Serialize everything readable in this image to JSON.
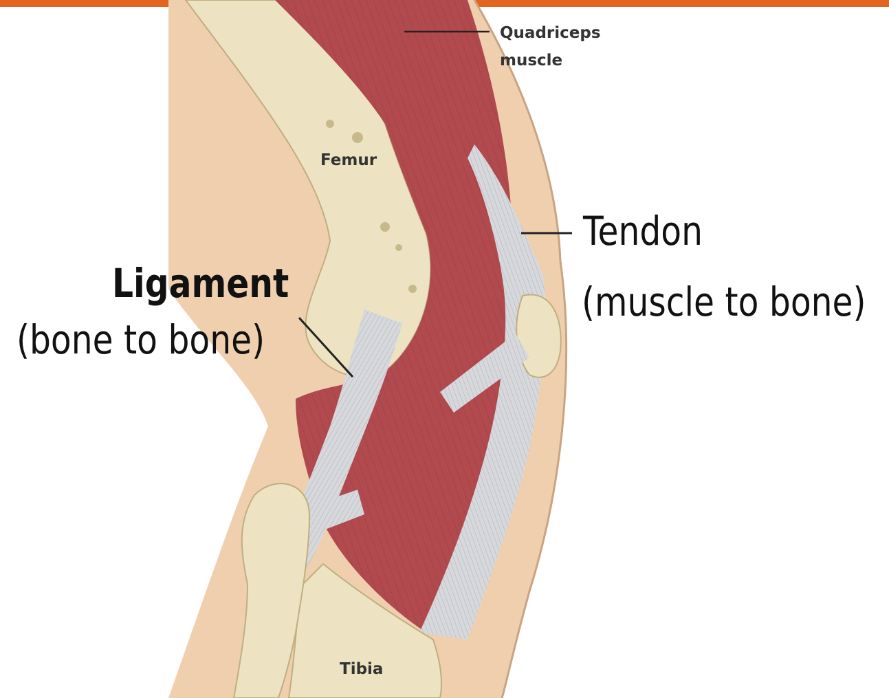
{
  "theme": {
    "accent_bar": "#e2641f",
    "skin": "#f0cfae",
    "bone": "#ede3c2",
    "muscle": "#b14a4f",
    "tendon": "#d7d8dc"
  },
  "labels": {
    "quadriceps": "Quadriceps",
    "muscle_word": "muscle",
    "femur": "Femur",
    "tibia": "Tibia",
    "tendon": "Tendon",
    "tendon_desc": "(muscle to bone)",
    "ligament": "Ligament",
    "ligament_desc": "(bone to bone)"
  }
}
